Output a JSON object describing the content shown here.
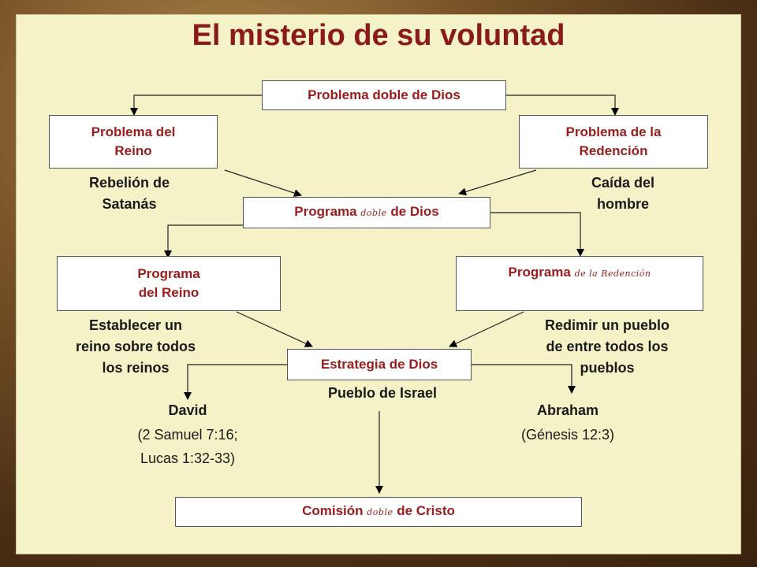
{
  "title": "El misterio de su voluntad",
  "colors": {
    "title": "#8b1a1a",
    "box_text": "#9b1c1c",
    "slide_bg": "#f5f2c8"
  },
  "boxes": {
    "problema_doble": "Problema doble de Dios",
    "problema_reino": [
      "Problema del",
      "Reino"
    ],
    "problema_redencion": [
      "Problema de la",
      "Redención"
    ],
    "programa_doble": {
      "a": "Programa ",
      "b": "doble",
      "c": " de Dios"
    },
    "programa_reino": [
      "Programa",
      "del Reino"
    ],
    "programa_redencion": {
      "a": "Programa ",
      "b": "de la Redención"
    },
    "estrategia": "Estrategia de Dios",
    "comision": {
      "a": "Comisión ",
      "b": "doble",
      "c": " de Cristo"
    }
  },
  "labels": {
    "rebelion": [
      "Rebelión de",
      "Satanás"
    ],
    "caida": [
      "Caída del",
      "hombre"
    ],
    "establecer": [
      "Establecer un",
      "reino sobre todos",
      "los reinos"
    ],
    "redimir": [
      "Redimir un pueblo",
      "de entre todos los",
      "pueblos"
    ],
    "pueblo_israel": "Pueblo de Israel",
    "david": "David",
    "david_ref": [
      "(2 Samuel 7:16;",
      "Lucas 1:32-33)"
    ],
    "abraham": "Abraham",
    "abraham_ref": "(Génesis 12:3)"
  }
}
